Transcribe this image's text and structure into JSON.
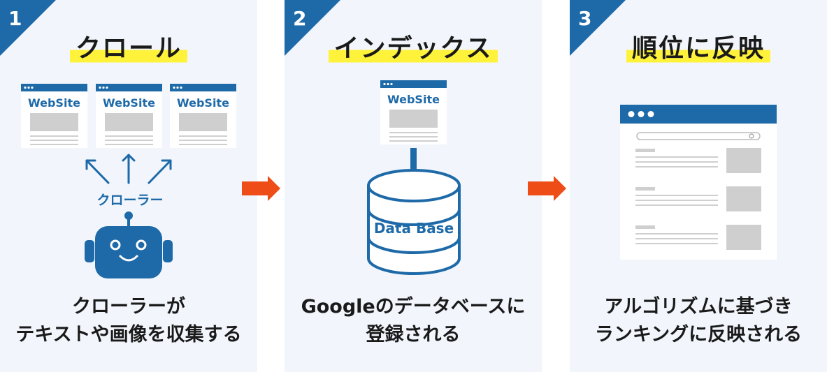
{
  "panels": [
    {
      "number": "1",
      "title": "クロール",
      "website_label": "WebSite",
      "crawler_label": "クローラー",
      "caption_line1": "クローラーが",
      "caption_line2": "テキストや画像を収集する"
    },
    {
      "number": "2",
      "title": "インデックス",
      "website_label": "WebSite",
      "database_label": "Data Base",
      "caption_line1": "Googleのデータベースに",
      "caption_line2": "登録される"
    },
    {
      "number": "3",
      "title": "順位に反映",
      "caption_line1": "アルゴリズムに基づき",
      "caption_line2": "ランキングに反映される"
    }
  ],
  "colors": {
    "primary_blue": "#1e6aa8",
    "highlight_yellow": "#fff23a",
    "arrow_orange": "#ee4d18",
    "panel_bg": "#f2f6fc"
  }
}
